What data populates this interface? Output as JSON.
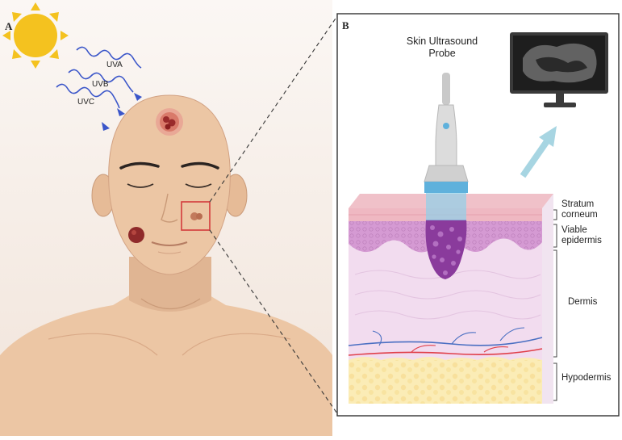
{
  "panel_a": {
    "letter": "A"
  },
  "panel_b": {
    "letter": "B"
  },
  "uv_rays": {
    "uva": "UVA",
    "uvb": "UVB",
    "uvc": "UVC"
  },
  "probe": {
    "title_line1": "Skin Ultrasound",
    "title_line2": "Probe"
  },
  "layers": {
    "stratum_corneum_l1": "Stratum",
    "stratum_corneum_l2": "corneum",
    "viable_epidermis_l1": "Viable",
    "viable_epidermis_l2": "epidermis",
    "dermis": "Dermis",
    "hypodermis": "Hypodermis"
  },
  "colors": {
    "skin": "#ecc6a4",
    "skin_shadow": "#d9a987",
    "background_a": "#f6eee8",
    "sun": "#f4c21f",
    "uv_arrow": "#3b56c9",
    "lesion": "#9a2b2b",
    "highlight_box": "#d33b3b",
    "epidermis": "#d59ad3",
    "dermis": "#f2dcef",
    "hypodermis": "#fbecb6",
    "tumor": "#8a3b9c",
    "probe_body": "#d9d9d9",
    "probe_beam": "#5fb1dc",
    "arrow_up": "#a7d5e2",
    "monitor": "#3a3a3a"
  }
}
